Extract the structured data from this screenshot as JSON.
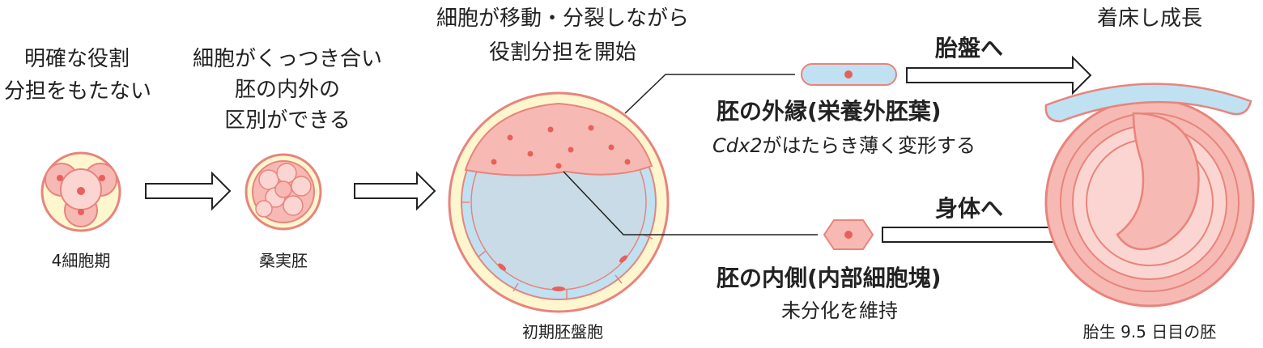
{
  "stages": {
    "four_cell": {
      "caption": [
        "明確な役割",
        "分担をもたない"
      ],
      "label": "4細胞期"
    },
    "morula": {
      "caption": [
        "細胞がくっつき合い",
        "胚の内外の",
        "区別ができる"
      ],
      "label": "桑実胚"
    },
    "blastocyst": {
      "caption": [
        "細胞が移動・分裂しながら",
        "役割分担を開始"
      ],
      "label": "初期胚盤胞"
    },
    "embryo": {
      "caption": "着床し成長",
      "label": "胎生 9.5 日目の胚"
    }
  },
  "outer": {
    "destination": "胎盤へ",
    "title": "胚の外縁(栄養外胚葉)",
    "note_gene": "Cdx2",
    "note_rest": "がはたらき薄く変形する"
  },
  "inner": {
    "destination": "身体へ",
    "title": "胚の内側(内部細胞塊)",
    "note": "未分化を維持"
  },
  "colors": {
    "outline": "#e8847c",
    "cell_fill": "#f7b9b4",
    "cell_light": "#fbd5d1",
    "nucleus": "#e8605a",
    "trophoblast": "#bfe1f2",
    "cavity": "#c8dbe6",
    "zona": "#fdf6cf"
  }
}
